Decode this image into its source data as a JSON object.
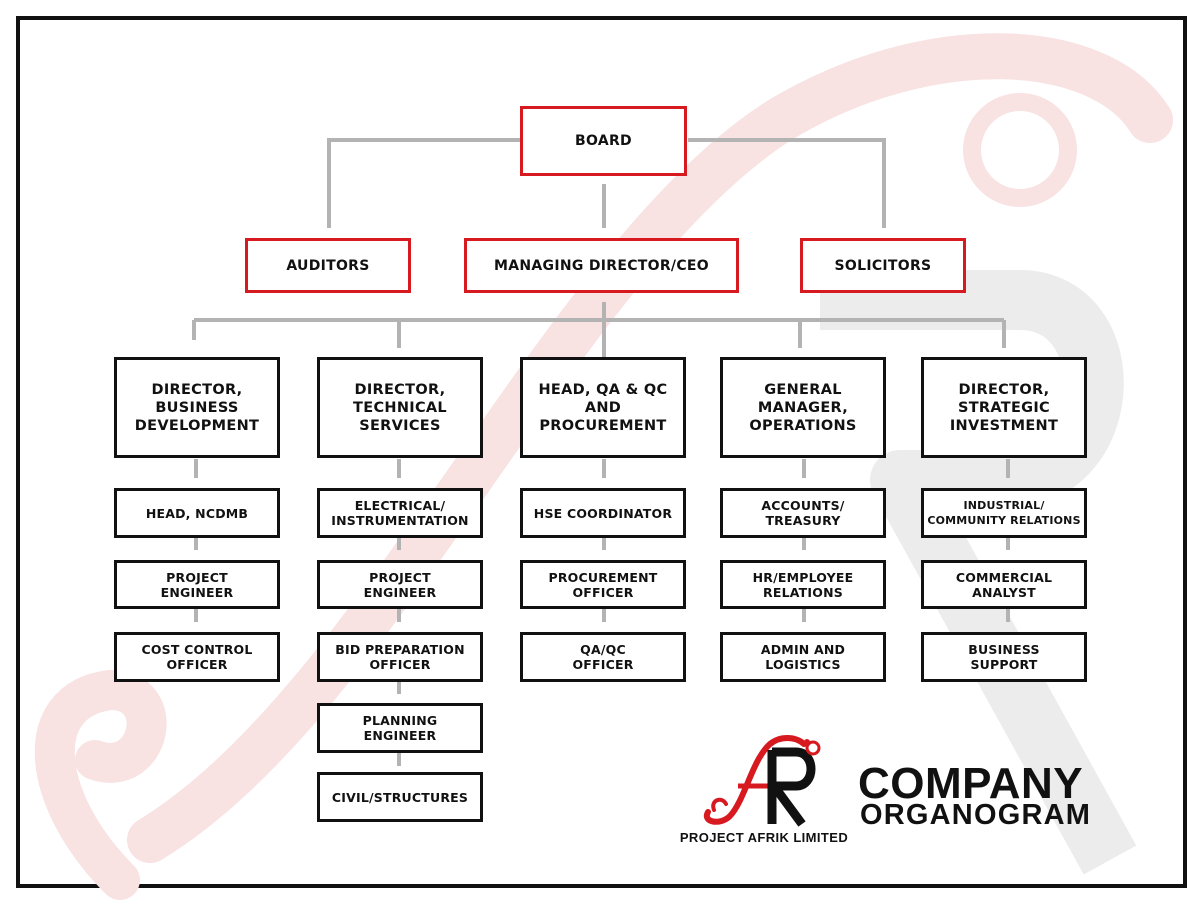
{
  "colors": {
    "accent": "#d71920",
    "border": "#111111",
    "connector": "#b3b3b3",
    "watermark": "#f6dcdc"
  },
  "top": {
    "board": "BOARD",
    "auditors": "AUDITORS",
    "ceo": "MANAGING DIRECTOR/CEO",
    "solicitors": "SOLICITORS"
  },
  "columns": [
    {
      "director": "DIRECTOR,\nBUSINESS\nDEVELOPMENT",
      "roles": [
        "HEAD, NCDMB",
        "PROJECT\nENGINEER",
        "COST CONTROL\nOFFICER"
      ]
    },
    {
      "director": "DIRECTOR,\nTECHNICAL\nSERVICES",
      "roles": [
        "ELECTRICAL/\nINSTRUMENTATION",
        "PROJECT\nENGINEER",
        "BID PREPARATION\nOFFICER",
        "PLANNING\nENGINEER",
        "CIVIL/STRUCTURES"
      ]
    },
    {
      "director": "HEAD, QA & QC\nAND\nPROCUREMENT",
      "roles": [
        "HSE COORDINATOR",
        "PROCUREMENT\nOFFICER",
        "QA/QC\nOFFICER"
      ]
    },
    {
      "director": "GENERAL\nMANAGER,\nOPERATIONS",
      "roles": [
        "ACCOUNTS/\nTREASURY",
        "HR/EMPLOYEE\nRELATIONS",
        "ADMIN AND\nLOGISTICS"
      ]
    },
    {
      "director": "DIRECTOR,\nSTRATEGIC\nINVESTMENT",
      "roles": [
        "INDUSTRIAL/\nCOMMUNITY RELATIONS",
        "COMMERCIAL\nANALYST",
        "BUSINESS\nSUPPORT"
      ]
    }
  ],
  "brand": {
    "company_name": "PROJECT AFRIK LIMITED",
    "logo_letters": "AR",
    "title_line1": "COMPANY",
    "title_line2": "ORGANOGRAM"
  }
}
